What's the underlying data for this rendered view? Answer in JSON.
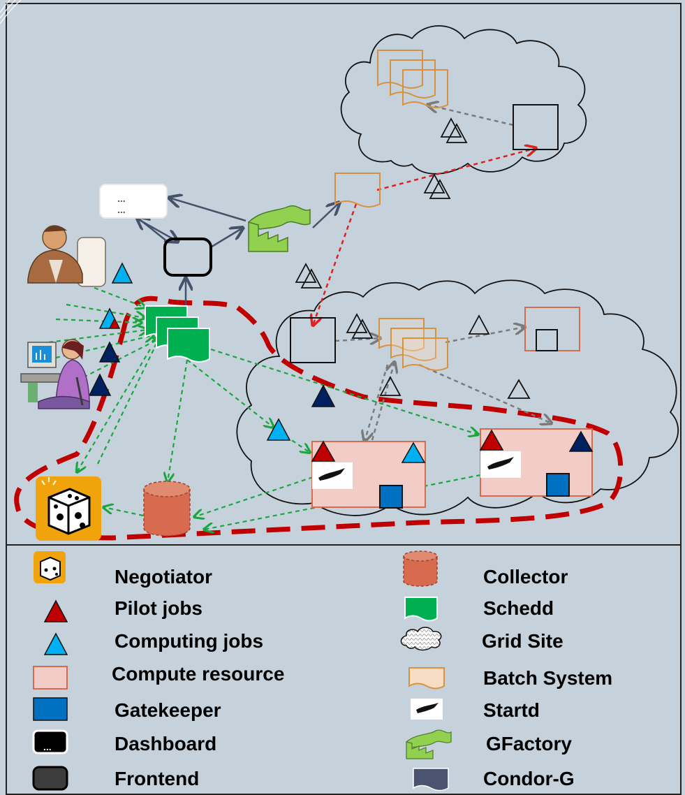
{
  "dashboard": {
    "lines": [
      "...",
      "..."
    ]
  },
  "legend": {
    "left": [
      {
        "label": "Negotiator",
        "icon": "dice-icon"
      },
      {
        "label": "Pilot jobs",
        "icon": "red-triangle-icon"
      },
      {
        "label": "Computing jobs",
        "icon": "cyan-triangle-icon"
      },
      {
        "label": "Compute resource",
        "icon": "pink-rectangle-icon"
      },
      {
        "label": "Gatekeeper",
        "icon": "blue-square-icon"
      },
      {
        "label": "Dashboard",
        "icon": "dashboard-icon",
        "icon_text": "..."
      },
      {
        "label": "Frontend",
        "icon": "frontend-icon"
      }
    ],
    "right": [
      {
        "label": "Collector",
        "icon": "cylinder-icon"
      },
      {
        "label": "Schedd",
        "icon": "green-document-icon"
      },
      {
        "label": "Grid Site",
        "icon": "cloud-icon"
      },
      {
        "label": "Batch System",
        "icon": "tan-document-icon"
      },
      {
        "label": "Startd",
        "icon": "bird-icon"
      },
      {
        "label": "GFactory",
        "icon": "factory-icon"
      },
      {
        "label": "Condor-G",
        "icon": "navy-document-icon"
      }
    ]
  },
  "colors": {
    "background": "#c6d2db",
    "pilot_job": "#c00000",
    "computing_job": "#00b0f0",
    "dark_job": "#002060",
    "schedd": "#00b050",
    "collector": "#d86a4e",
    "compute_resource": "#f2cdc8",
    "gatekeeper": "#0070c0",
    "negotiator": "#f0a30a",
    "gfactory": "#92d050",
    "batch_system": "#f7dcc4",
    "condor_g": "#4a5470",
    "dashed_boundary": "#c00000",
    "arrow_green": "#1aa63e",
    "arrow_red": "#e02020",
    "arrow_gray": "#7a7a7a",
    "arrow_dark": "#45526a"
  }
}
